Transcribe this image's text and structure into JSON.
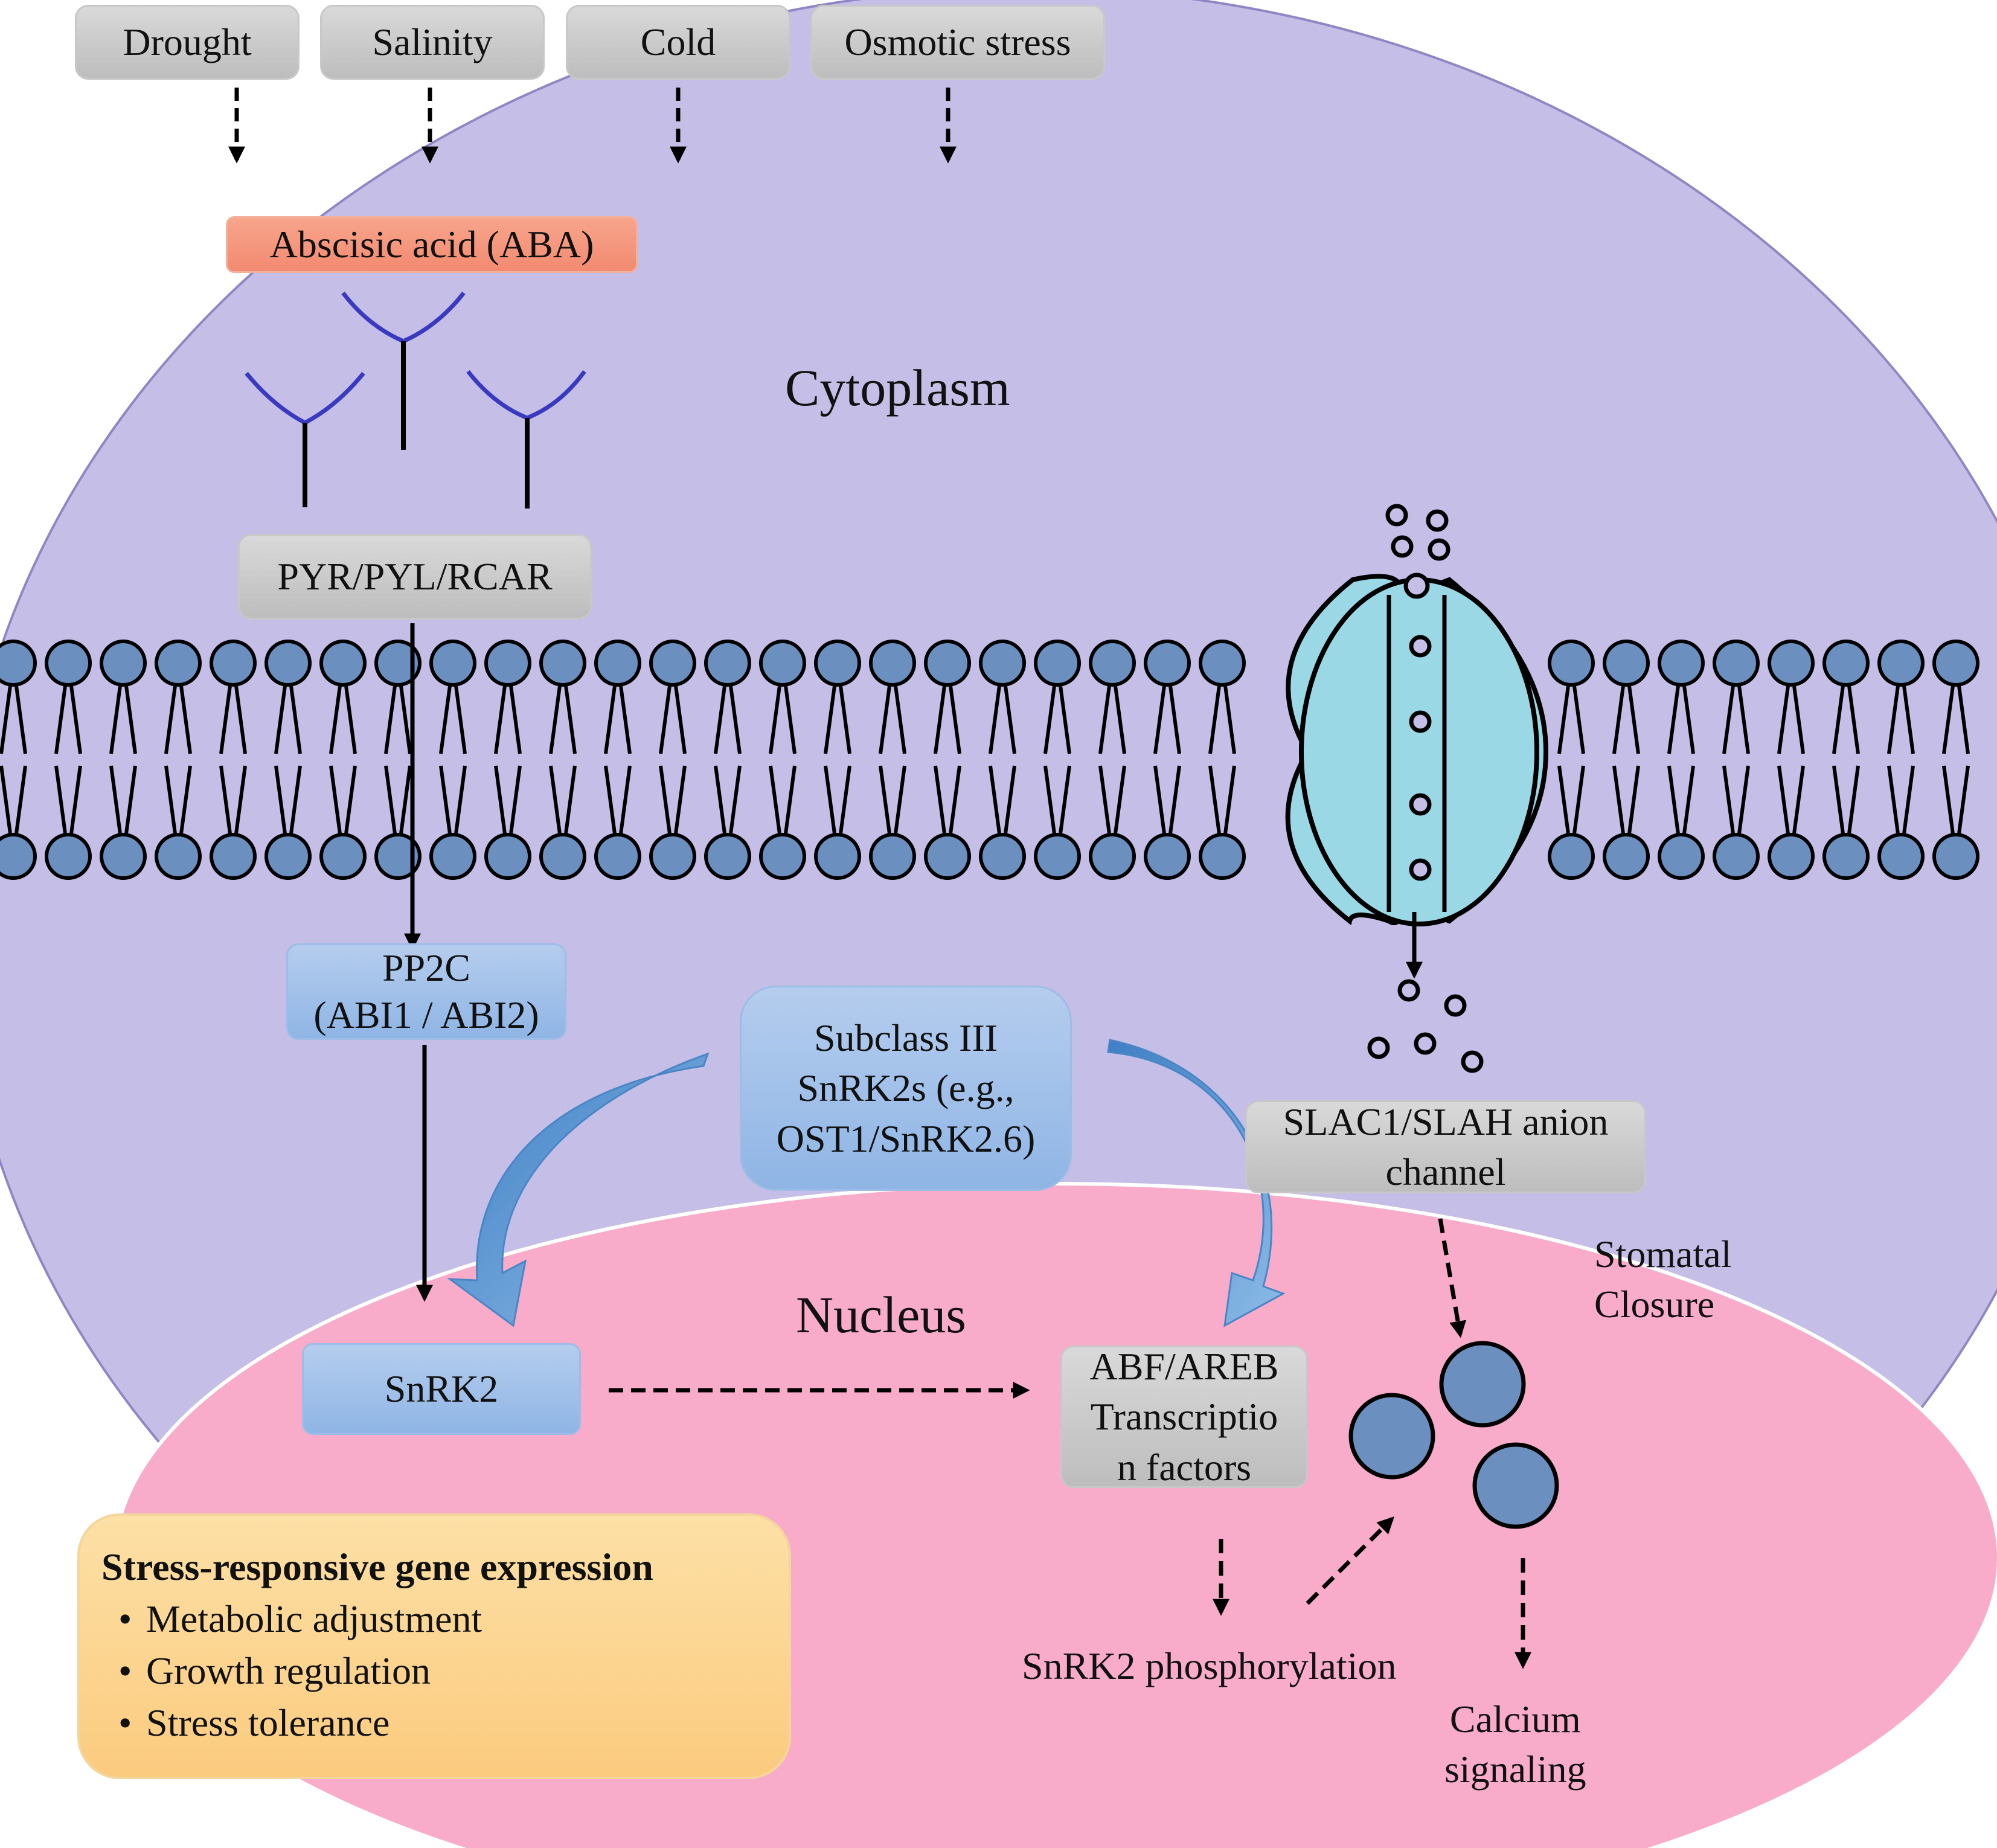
{
  "stressors": [
    "Drought",
    "Salinity",
    "Cold",
    "Osmotic stress"
  ],
  "hormone": "Abscisic acid (ABA)",
  "compartments": {
    "cytoplasm": "Cytoplasm",
    "nucleus": "Nucleus"
  },
  "receptor": "PYR/PYL/RCAR",
  "pp2c": [
    "PP2C",
    "(ABI1 / ABI2)"
  ],
  "subclass": [
    "Subclass III",
    "SnRK2s (e.g.,",
    "OST1/SnRK2.6)"
  ],
  "snrk2": "SnRK2",
  "channel": [
    "SLAC1/SLAH anion",
    "channel"
  ],
  "stomatal": [
    "Stomatal",
    "Closure"
  ],
  "tf": [
    "ABF/AREB",
    "Transcriptio",
    "n factors"
  ],
  "phosphorylation": "SnRK2 phosphorylation",
  "calcium": [
    "Calcium",
    "signaling"
  ],
  "gene_expression": {
    "title": "Stress-responsive gene expression",
    "bullet": "•",
    "items": [
      "Metabolic adjustment",
      "Growth regulation",
      "Stress tolerance"
    ]
  },
  "colors": {
    "cytoplasm": "#c5bee6",
    "nucleus": "#f9acc9",
    "phospholipid_head": "#6b8fbf",
    "channel": "#9bd8e6",
    "receptor_arm": "#3a3ac0",
    "curved_arrow": "#5b9bd5",
    "gene_box": "#fbcf86"
  }
}
